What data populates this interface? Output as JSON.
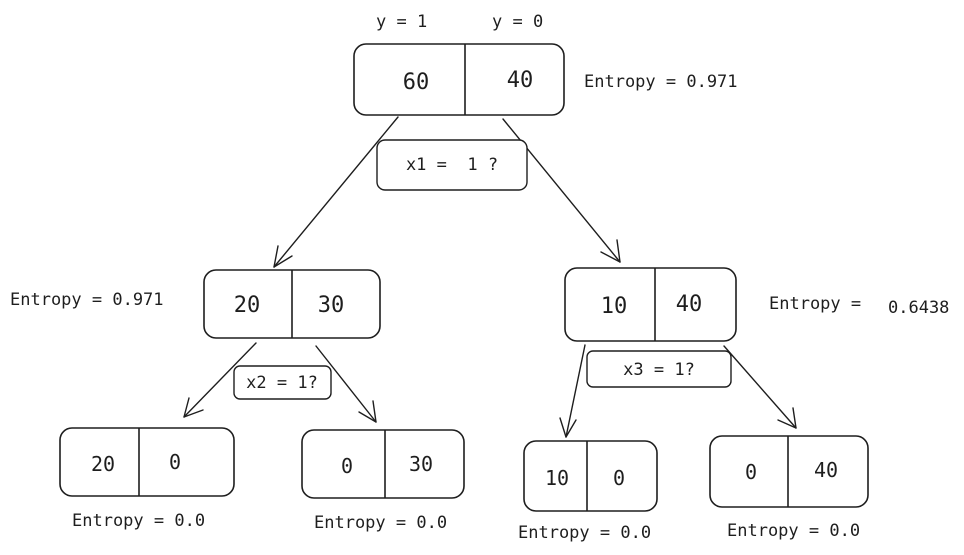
{
  "headers": {
    "class_1": "y = 1",
    "class_0": "y = 0"
  },
  "nodes": {
    "root": {
      "left": "60",
      "right": "40",
      "entropy": "Entropy = 0.971"
    },
    "mid_left": {
      "left": "20",
      "right": "30",
      "entropy": "Entropy = 0.971"
    },
    "mid_right": {
      "left": "10",
      "right": "40",
      "entropy_label": "Entropy =",
      "entropy_value": "0.6438"
    },
    "leaf_1": {
      "left": "20",
      "right": "0",
      "entropy": "Entropy = 0.0"
    },
    "leaf_2": {
      "left": "0",
      "right": "30",
      "entropy": "Entropy = 0.0"
    },
    "leaf_3": {
      "left": "10",
      "right": "0",
      "entropy": "Entropy = 0.0"
    },
    "leaf_4": {
      "left": "0",
      "right": "40",
      "entropy": "Entropy = 0.0"
    }
  },
  "conditions": {
    "root": "x1 =  1 ?",
    "mid_left": "x2 = 1?",
    "mid_right": "x3 = 1?"
  }
}
